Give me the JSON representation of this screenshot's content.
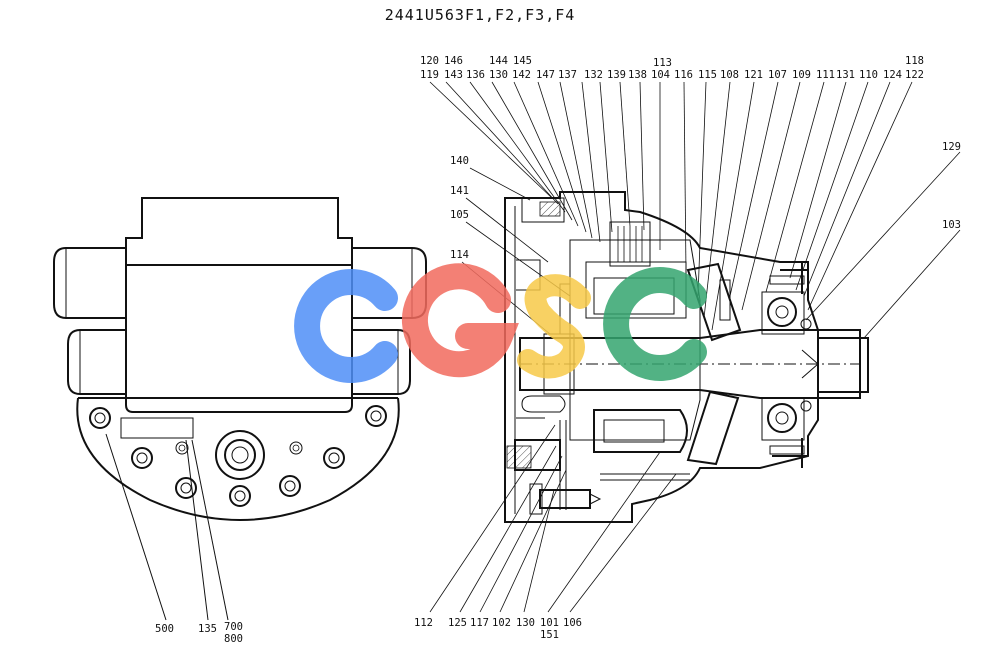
{
  "title": "2441U563F1,F2,F3,F4",
  "watermark": {
    "text": "CGSC",
    "colors": [
      "#4f8ff7",
      "#f26b5e",
      "#f7c948",
      "#34a56f"
    ]
  },
  "top_callouts": {
    "row1": [
      "120",
      "146",
      "144",
      "145",
      "113",
      "118"
    ],
    "row2": [
      "119",
      "143",
      "136",
      "130",
      "142",
      "147",
      "137",
      "132",
      "139",
      "138",
      "104",
      "116",
      "115",
      "108",
      "121",
      "107",
      "109",
      "111",
      "131",
      "110",
      "124",
      "122"
    ]
  },
  "side_callouts": [
    "140",
    "141",
    "105",
    "114",
    "129",
    "103"
  ],
  "bottom_callouts": [
    "112",
    "125",
    "117",
    "102",
    "130",
    "101",
    "106",
    "151"
  ],
  "left_view_callouts": [
    "500",
    "135",
    "700",
    "800"
  ]
}
